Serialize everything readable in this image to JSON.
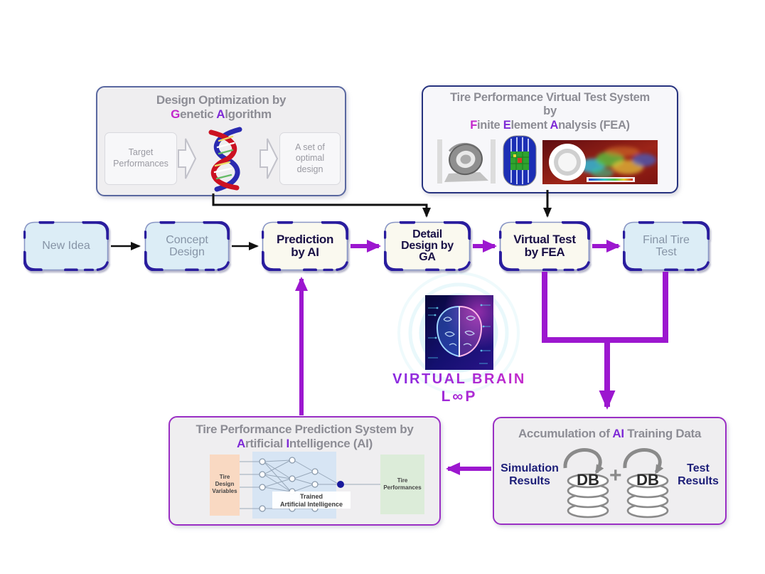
{
  "colors": {
    "arrow_purple": "#9c17cf",
    "arrow_black": "#111111",
    "title_gray": "#8d8d95",
    "letter_magenta": "#c226cb",
    "letter_violet": "#7e2ad6",
    "node_border_navy": "#2a1d9e",
    "node_fill_blue": "#dcedf6",
    "node_fill_ivory": "#faf9ef",
    "box_border_slate": "#5a68a0",
    "box_border_navy": "#27337f",
    "box_border_purple": "#9a2fc4",
    "label_navy": "#1c1e78"
  },
  "ga_box": {
    "title_line1": "Design Optimization by",
    "title_line2": {
      "s1": "G",
      "s2": "enetic ",
      "s3": "A",
      "s4": "lgorithm"
    },
    "input_label": "Target\nPerformances",
    "output_label": "A set of\noptimal\ndesign"
  },
  "fea_box": {
    "title_line1": "Tire Performance Virtual Test System",
    "title_line2": "by",
    "title_line3": {
      "s1": "F",
      "s2": "inite ",
      "s3": "E",
      "s4": "lement ",
      "s5": "A",
      "s6": "nalysis (FEA)"
    }
  },
  "flow": {
    "nodes": [
      {
        "label": "New Idea"
      },
      {
        "label": "Concept\nDesign"
      },
      {
        "label": "Prediction\nby AI"
      },
      {
        "label": "Detail\nDesign by\nGA"
      },
      {
        "label": "Virtual Test\nby FEA"
      },
      {
        "label": "Final Tire\nTest"
      }
    ]
  },
  "brain": {
    "caption_line1": "VIRTUAL BRAIN",
    "caption_line2": "L∞P"
  },
  "ai_box": {
    "title_line1": "Tire Performance Prediction System by",
    "title_line2": {
      "s1": "A",
      "s2": "rtificial ",
      "s3": "I",
      "s4": "ntelligence (AI)"
    },
    "nn": {
      "input_l1": "Tire",
      "input_l2": "Design",
      "input_l3": "Variables",
      "trained_l1": "Trained",
      "trained_l2": "Artificial Intelligence",
      "output_l1": "Tire",
      "output_l2": "Performances"
    }
  },
  "acc_box": {
    "title": {
      "s1": "Accumulation of ",
      "s2": "AI",
      "s3": " Training Data"
    },
    "left_label": "Simulation\nResults",
    "plus": "+",
    "db1": "DB",
    "db2": "DB",
    "right_label": "Test\nResults"
  }
}
